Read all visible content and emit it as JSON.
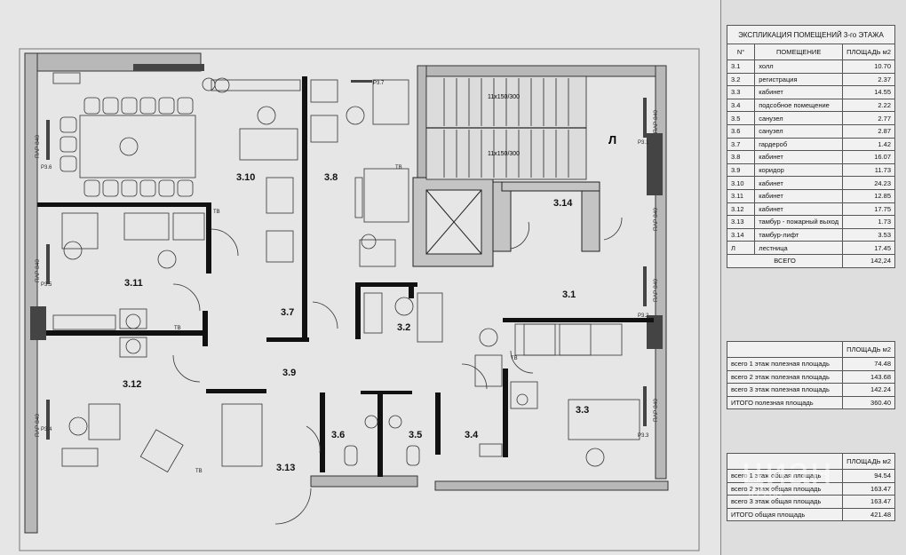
{
  "rooms": [
    {
      "id": "3.1",
      "name": "холл",
      "area": "10.70"
    },
    {
      "id": "3.2",
      "name": "регистрация",
      "area": "2.37"
    },
    {
      "id": "3.3",
      "name": "кабинет",
      "area": "14.55"
    },
    {
      "id": "3.4",
      "name": "подсобное помещение",
      "area": "2.22"
    },
    {
      "id": "3.5",
      "name": "санузел",
      "area": "2.77"
    },
    {
      "id": "3.6",
      "name": "санузел",
      "area": "2.87"
    },
    {
      "id": "3.7",
      "name": "гардероб",
      "area": "1.42"
    },
    {
      "id": "3.8",
      "name": "кабинет",
      "area": "16.07"
    },
    {
      "id": "3.9",
      "name": "коридор",
      "area": "11.73"
    },
    {
      "id": "3.10",
      "name": "кабинет",
      "area": "24.23"
    },
    {
      "id": "3.11",
      "name": "кабинет",
      "area": "12.85"
    },
    {
      "id": "3.12",
      "name": "кабинет",
      "area": "17.75"
    },
    {
      "id": "3.13",
      "name": "тамбур - пожарный выход",
      "area": "1.73"
    },
    {
      "id": "3.14",
      "name": "тамбур-лифт",
      "area": "3.53"
    },
    {
      "id": "Л",
      "name": "лестница",
      "area": "17.45"
    }
  ],
  "explication": {
    "title": "ЭКСПЛИКАЦИЯ ПОМЕЩЕНИЙ 3-го ЭТАЖА",
    "col_num": "N°",
    "col_room": "ПОМЕЩЕНИЕ",
    "col_area": "ПЛОЩАДЬ м2",
    "total_label": "ВСЕГО",
    "total_value": "142,24"
  },
  "useful": {
    "header": "ПЛОЩАДЬ м2",
    "rows": [
      {
        "label": "всего 1 этаж полезная площадь",
        "value": "74.48"
      },
      {
        "label": "всего 2 этаж полезная площадь",
        "value": "143.68"
      },
      {
        "label": "всего 3 этаж полезная площадь",
        "value": "142.24"
      }
    ],
    "total_label": "ИТОГО полезная площадь",
    "total_value": "360.40"
  },
  "general": {
    "header": "ПЛОЩАДЬ м2",
    "rows": [
      {
        "label": "всего 1 этаж общая площадь",
        "value": "94.54"
      },
      {
        "label": "всего 2 этаж общая площадь",
        "value": "163.47"
      },
      {
        "label": "всего 3 этаж общая площадь",
        "value": "163.47"
      }
    ],
    "total_label": "ИТОГО общая площадь",
    "total_value": "421.48"
  },
  "plan_labels": {
    "r3_1": "3.1",
    "r3_2": "3.2",
    "r3_3": "3.3",
    "r3_4": "3.4",
    "r3_5": "3.5",
    "r3_6": "3.6",
    "r3_7": "3.7",
    "r3_8": "3.8",
    "r3_9": "3.9",
    "r3_10": "3.10",
    "r3_11": "3.11",
    "r3_12": "3.12",
    "r3_13": "3.13",
    "r3_14": "3.14",
    "stair": "Л",
    "stair_dim_1": "11x150/300",
    "stair_dim_2": "11x150/300",
    "tv": "ТВ",
    "radiator": "ПАР 840",
    "risers": [
      "Р3.1",
      "Р3.2",
      "Р3.3",
      "Р3.4",
      "Р3.5",
      "Р3.6",
      "Р3.7"
    ]
  },
  "watermark": {
    "brand": "циан",
    "id": "ID 288"
  }
}
